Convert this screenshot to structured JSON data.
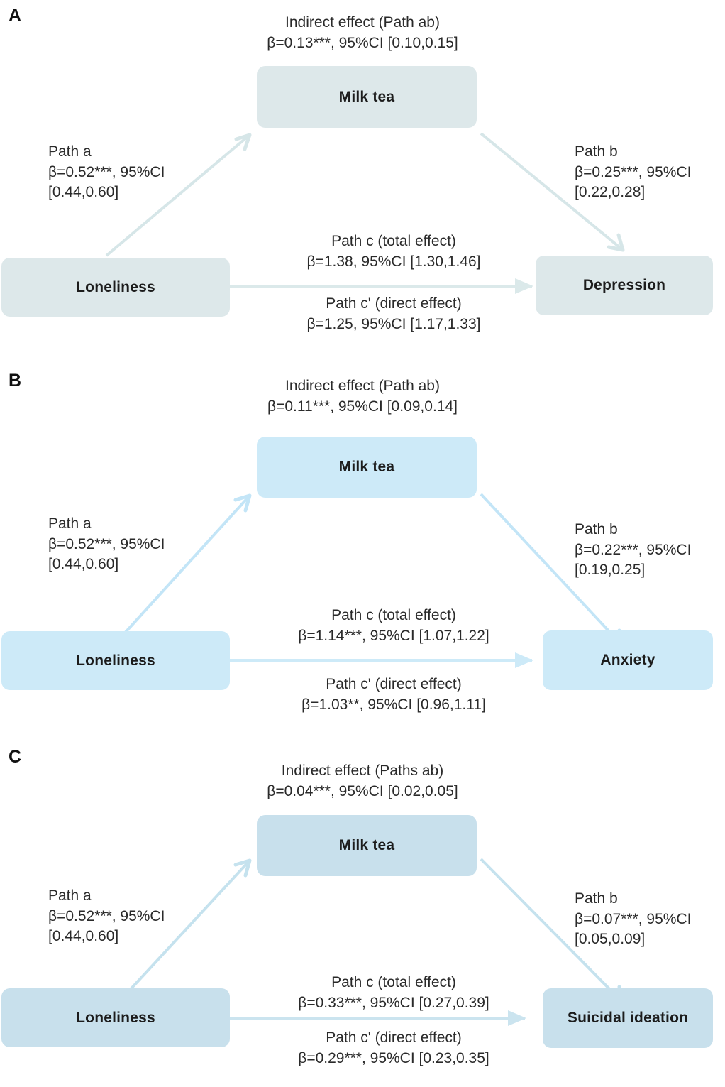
{
  "figure": {
    "type": "mediation-path-diagram",
    "panels": [
      {
        "id": "A",
        "label": "A",
        "accent_color": "#dde8ea",
        "arrow_color": "#d6e6e8",
        "nodes": {
          "predictor": "Loneliness",
          "mediator": "Milk tea",
          "outcome": "Depression"
        },
        "labels": {
          "indirect_title": "Indirect effect (Path ab)",
          "indirect_value": "β=0.13***, 95%CI [0.10,0.15]",
          "path_a_title": "Path a",
          "path_a_value": "β=0.52***, 95%CI",
          "path_a_ci": "[0.44,0.60]",
          "path_b_title": "Path b",
          "path_b_value": "β=0.25***, 95%CI",
          "path_b_ci": "[0.22,0.28]",
          "path_c_title": "Path c (total effect)",
          "path_c_value": "β=1.38, 95%CI [1.30,1.46]",
          "path_cp_title": "Path c' (direct effect)",
          "path_cp_value": "β=1.25, 95%CI [1.17,1.33]"
        }
      },
      {
        "id": "B",
        "label": "B",
        "accent_color": "#cdeaf8",
        "arrow_color": "#c3e5f7",
        "nodes": {
          "predictor": "Loneliness",
          "mediator": "Milk tea",
          "outcome": "Anxiety"
        },
        "labels": {
          "indirect_title": "Indirect effect (Path ab)",
          "indirect_value": "β=0.11***, 95%CI [0.09,0.14]",
          "path_a_title": "Path a",
          "path_a_value": "β=0.52***, 95%CI",
          "path_a_ci": "[0.44,0.60]",
          "path_b_title": "Path b",
          "path_b_value": "β=0.22***, 95%CI",
          "path_b_ci": "[0.19,0.25]",
          "path_c_title": "Path c (total effect)",
          "path_c_value": "β=1.14***, 95%CI [1.07,1.22]",
          "path_cp_title": "Path c' (direct effect)",
          "path_cp_value": "β=1.03**, 95%CI [0.96,1.11]"
        }
      },
      {
        "id": "C",
        "label": "C",
        "accent_color": "#c8e0ec",
        "arrow_color": "#c5e2ee",
        "nodes": {
          "predictor": "Loneliness",
          "mediator": "Milk tea",
          "outcome": "Suicidal ideation"
        },
        "labels": {
          "indirect_title": "Indirect effect (Paths ab)",
          "indirect_value": "β=0.04***, 95%CI [0.02,0.05]",
          "path_a_title": "Path a",
          "path_a_value": "β=0.52***, 95%CI",
          "path_a_ci": "[0.44,0.60]",
          "path_b_title": "Path b",
          "path_b_value": "β=0.07***, 95%CI",
          "path_b_ci": "[0.05,0.09]",
          "path_c_title": "Path c (total effect)",
          "path_c_value": "β=0.33***, 95%CI [0.27,0.39]",
          "path_cp_title": "Path c' (direct effect)",
          "path_cp_value": "β=0.29***, 95%CI [0.23,0.35]"
        }
      }
    ]
  }
}
